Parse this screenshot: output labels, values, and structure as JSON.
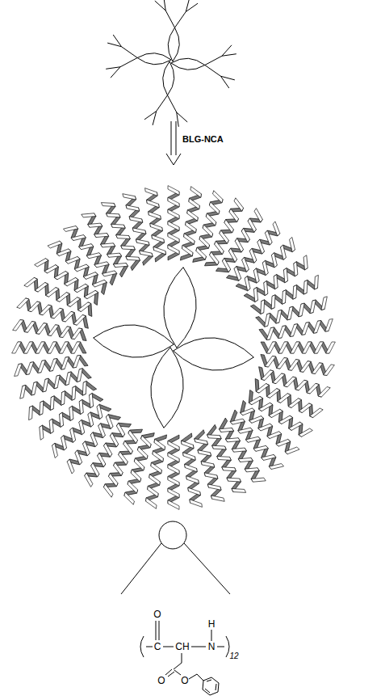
{
  "diagram": {
    "labels": [
      "BLG-NCA",
      "O",
      "H",
      "C",
      "CH",
      "N",
      "12",
      "O",
      "O"
    ]
  }
}
